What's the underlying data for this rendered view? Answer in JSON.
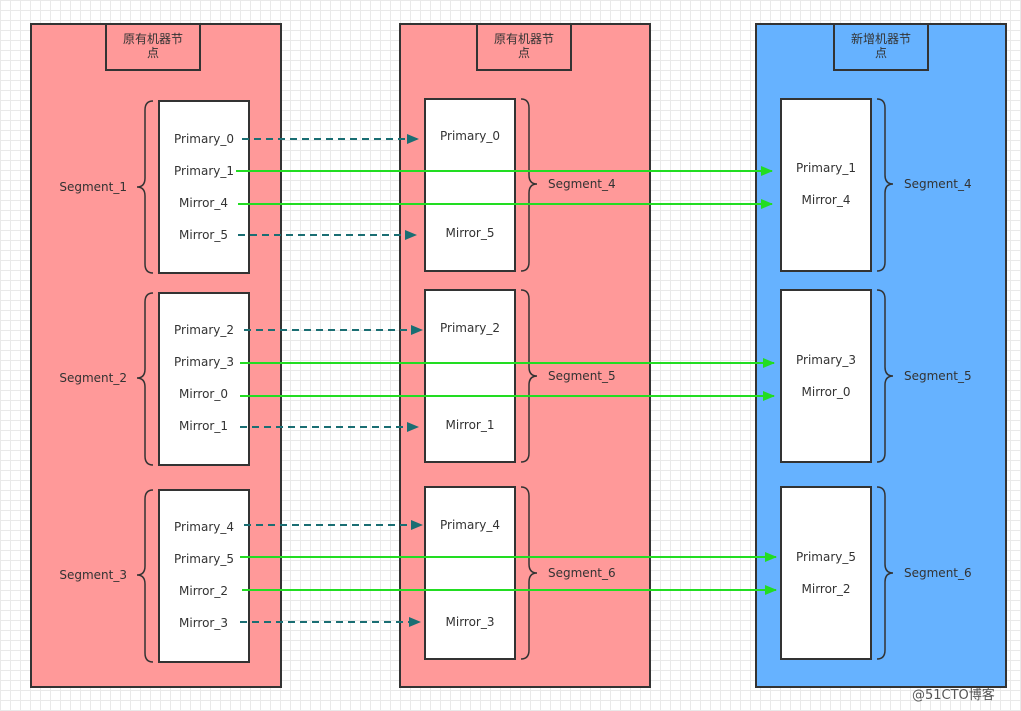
{
  "nodes": {
    "n1": {
      "title_line1": "原有机器节",
      "title_line2": "点"
    },
    "n2": {
      "title_line1": "原有机器节",
      "title_line2": "点"
    },
    "n3": {
      "title_line1": "新增机器节",
      "title_line2": "点"
    }
  },
  "left_groups": [
    {
      "segment": "Segment_1",
      "items": [
        "Primary_0",
        "Primary_1",
        "Mirror_4",
        "Mirror_5"
      ]
    },
    {
      "segment": "Segment_2",
      "items": [
        "Primary_2",
        "Primary_3",
        "Mirror_0",
        "Mirror_1"
      ]
    },
    {
      "segment": "Segment_3",
      "items": [
        "Primary_4",
        "Primary_5",
        "Mirror_2",
        "Mirror_3"
      ]
    }
  ],
  "mid_groups": [
    {
      "segment": "Segment_4",
      "items": [
        "Primary_0",
        "Mirror_5"
      ]
    },
    {
      "segment": "Segment_5",
      "items": [
        "Primary_2",
        "Mirror_1"
      ]
    },
    {
      "segment": "Segment_6",
      "items": [
        "Primary_4",
        "Mirror_3"
      ]
    }
  ],
  "right_groups": [
    {
      "segment": "Segment_4",
      "items": [
        "Primary_1",
        "Mirror_4"
      ]
    },
    {
      "segment": "Segment_5",
      "items": [
        "Primary_3",
        "Mirror_0"
      ]
    },
    {
      "segment": "Segment_6",
      "items": [
        "Primary_5",
        "Mirror_2"
      ]
    }
  ],
  "arrow_colors": {
    "kept": "#1a6e73",
    "moved": "#22dd22"
  },
  "watermark": "@51CTO博客"
}
